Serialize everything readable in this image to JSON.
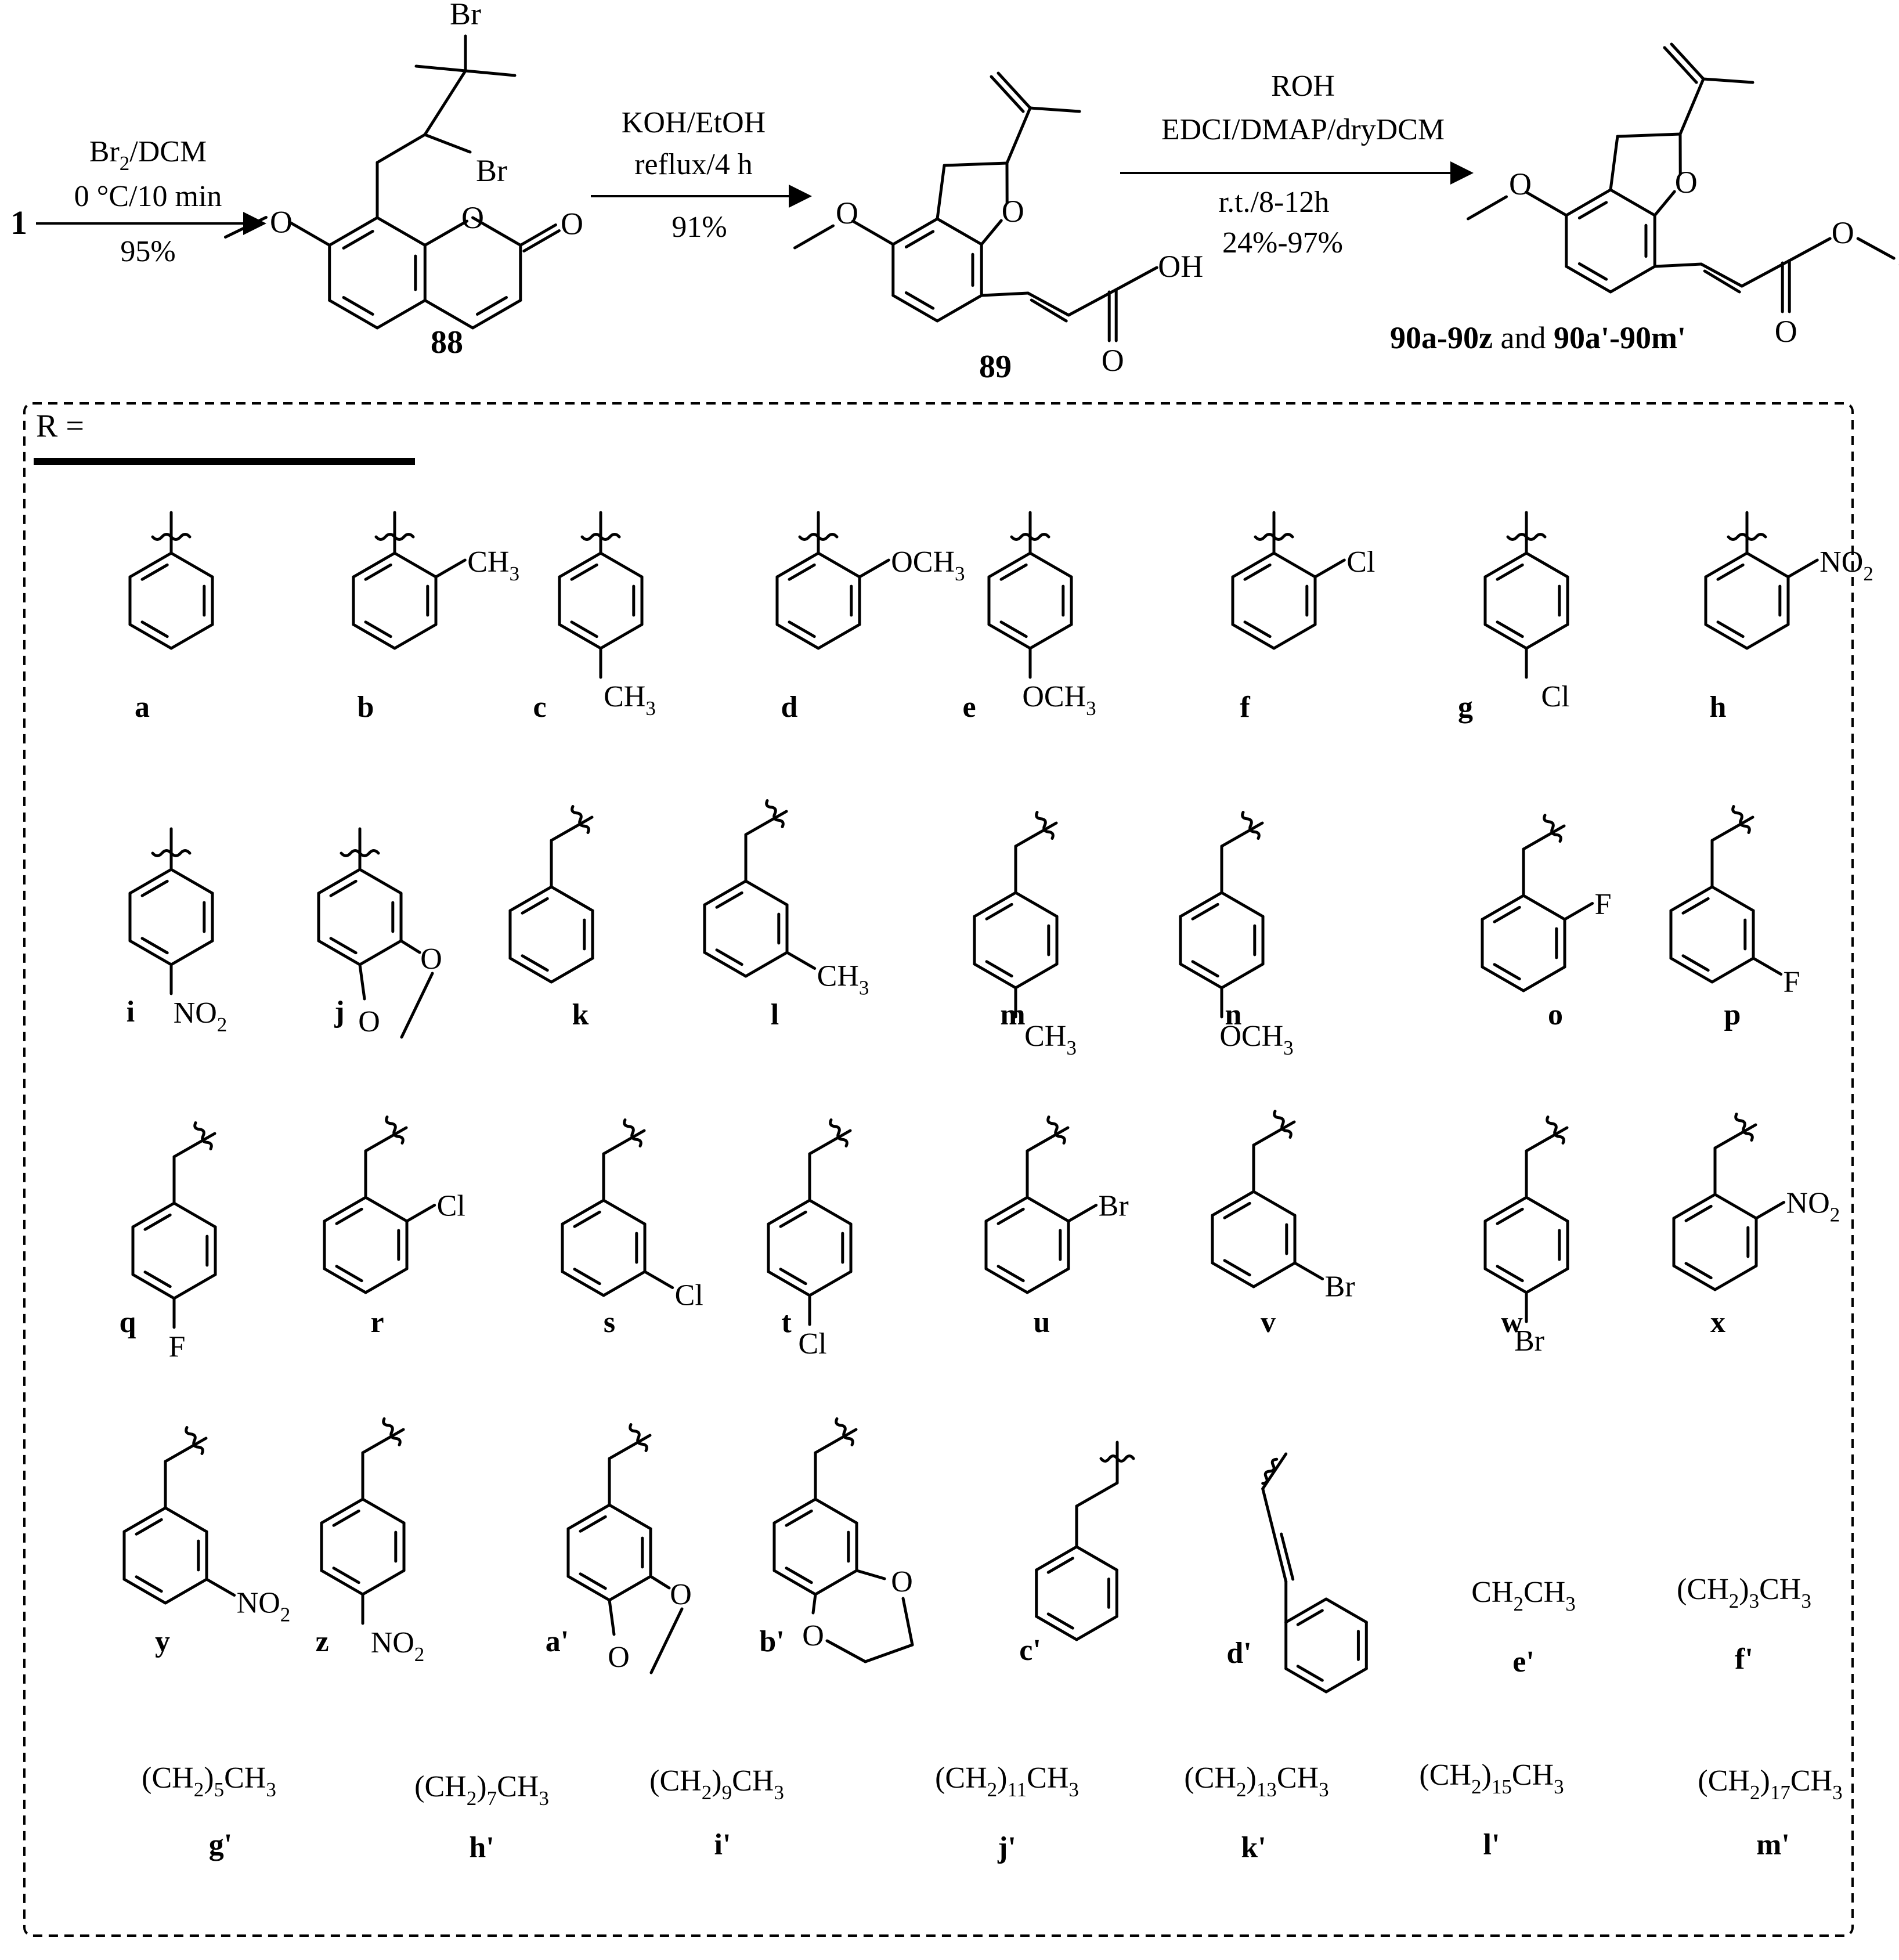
{
  "reaction": {
    "start": "1",
    "steps": [
      {
        "reagent_a": "Br2/DCM",
        "reagent_b": "0 °C/10 min",
        "yield": "95%"
      },
      {
        "reagent_a": "KOH/EtOH",
        "reagent_b": "reflux/4 h",
        "yield": "91%"
      },
      {
        "reagent_a": "ROH",
        "reagent_b": "EDCI/DMAP/dryDCM",
        "cond": "r.t./8-12h",
        "yield": "24%-97%"
      }
    ],
    "compounds": {
      "c88": "88",
      "c89": "89",
      "product_a": "90a-90z",
      "product_and": "and",
      "product_b": "90a'-90m'"
    },
    "atoms": {
      "Br": "Br",
      "O": "O",
      "OH": "OH",
      "R": "R"
    }
  },
  "r_panel": {
    "header": "R =",
    "aryl": [
      {
        "letter": "a",
        "sub": ""
      },
      {
        "letter": "b",
        "sub": "CH3",
        "pos": "ortho"
      },
      {
        "letter": "c",
        "sub": "CH3",
        "pos": "para"
      },
      {
        "letter": "d",
        "sub": "OCH3",
        "pos": "ortho"
      },
      {
        "letter": "e",
        "sub": "OCH3",
        "pos": "para"
      },
      {
        "letter": "f",
        "sub": "Cl",
        "pos": "ortho"
      },
      {
        "letter": "g",
        "sub": "Cl",
        "pos": "para"
      },
      {
        "letter": "h",
        "sub": "NO2",
        "pos": "ortho"
      },
      {
        "letter": "i",
        "sub": "NO2",
        "pos": "para"
      },
      {
        "letter": "j",
        "sub": "",
        "pos": "methylenedioxy"
      }
    ],
    "benzyl": [
      {
        "letter": "k",
        "sub": ""
      },
      {
        "letter": "l",
        "sub": "CH3",
        "pos": "meta"
      },
      {
        "letter": "m",
        "sub": "CH3",
        "pos": "para"
      },
      {
        "letter": "n",
        "sub": "OCH3",
        "pos": "para"
      },
      {
        "letter": "o",
        "sub": "F",
        "pos": "ortho"
      },
      {
        "letter": "p",
        "sub": "F",
        "pos": "meta"
      },
      {
        "letter": "q",
        "sub": "F",
        "pos": "para"
      },
      {
        "letter": "r",
        "sub": "Cl",
        "pos": "ortho"
      },
      {
        "letter": "s",
        "sub": "Cl",
        "pos": "meta"
      },
      {
        "letter": "t",
        "sub": "Cl",
        "pos": "para"
      },
      {
        "letter": "u",
        "sub": "Br",
        "pos": "ortho"
      },
      {
        "letter": "v",
        "sub": "Br",
        "pos": "meta"
      },
      {
        "letter": "w",
        "sub": "Br",
        "pos": "para"
      },
      {
        "letter": "x",
        "sub": "NO2",
        "pos": "ortho"
      },
      {
        "letter": "y",
        "sub": "NO2",
        "pos": "meta"
      },
      {
        "letter": "z",
        "sub": "NO2",
        "pos": "para"
      },
      {
        "letter": "a'",
        "sub": "",
        "pos": "methylenedioxy"
      },
      {
        "letter": "b'",
        "sub": "",
        "pos": "ethylenedioxy"
      }
    ],
    "other": [
      {
        "letter": "c'",
        "sub": "phenethyl"
      },
      {
        "letter": "d'",
        "sub": "cinnamyl"
      }
    ],
    "alkyl": [
      {
        "letter": "e'",
        "formula": "CH2CH3"
      },
      {
        "letter": "f'",
        "formula": "(CH2)3CH3"
      },
      {
        "letter": "g'",
        "formula": "(CH2)5CH3"
      },
      {
        "letter": "h'",
        "formula": "(CH2)7CH3"
      },
      {
        "letter": "i'",
        "formula": "(CH2)9CH3"
      },
      {
        "letter": "j'",
        "formula": "(CH2)11CH3"
      },
      {
        "letter": "k'",
        "formula": "(CH2)13CH3"
      },
      {
        "letter": "l'",
        "formula": "(CH2)15CH3"
      },
      {
        "letter": "m'",
        "formula": "(CH2)17CH3"
      }
    ]
  }
}
